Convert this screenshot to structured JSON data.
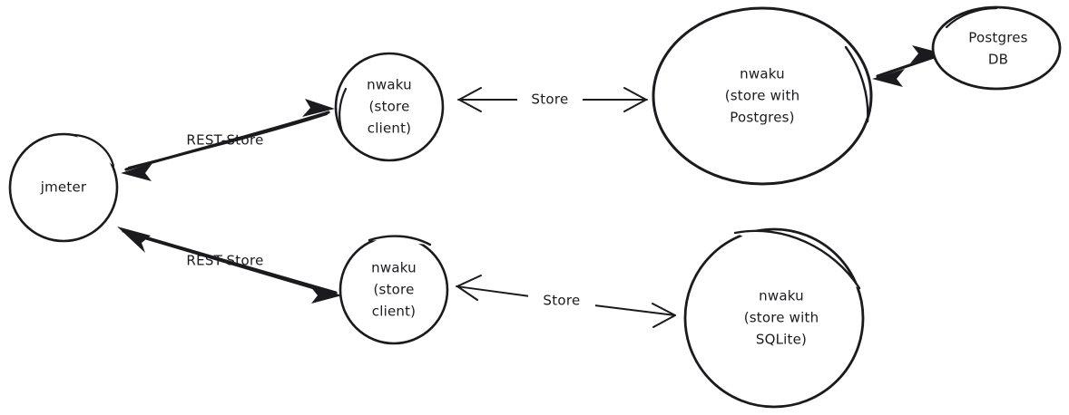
{
  "diagram": {
    "kind": "architecture-diagram",
    "style": "hand-drawn-whiteboard",
    "background_color": "#ffffff",
    "stroke_color": "#1b1b1f",
    "text_color": "#1b1b1f",
    "nodes": [
      {
        "id": "jmeter",
        "shape": "circle",
        "lines": [
          "jmeter"
        ]
      },
      {
        "id": "nwaku-store-client-top",
        "shape": "circle",
        "lines": [
          "nwaku",
          "(store",
          "client)"
        ]
      },
      {
        "id": "nwaku-store-postgres",
        "shape": "ellipse",
        "lines": [
          "nwaku",
          "(store with",
          "Postgres)"
        ]
      },
      {
        "id": "postgres-db",
        "shape": "ellipse",
        "lines": [
          "Postgres",
          "DB"
        ]
      },
      {
        "id": "nwaku-store-client-bottom",
        "shape": "circle",
        "lines": [
          "nwaku",
          "(store",
          "client)"
        ]
      },
      {
        "id": "nwaku-store-sqlite",
        "shape": "circle",
        "lines": [
          "nwaku",
          "(store with",
          "SQLite)"
        ]
      }
    ],
    "edges": [
      {
        "id": "jmeter-to-client-top",
        "label": "REST-Store",
        "from": "jmeter",
        "to": "nwaku-store-client-top",
        "arrow": "double",
        "weight": "thick"
      },
      {
        "id": "client-top-to-postgres",
        "label": "Store",
        "from": "nwaku-store-client-top",
        "to": "nwaku-store-postgres",
        "arrow": "double",
        "weight": "thin"
      },
      {
        "id": "postgres-to-db",
        "label": "",
        "from": "nwaku-store-postgres",
        "to": "postgres-db",
        "arrow": "double",
        "weight": "thick"
      },
      {
        "id": "jmeter-to-client-bottom",
        "label": "REST-Store",
        "from": "jmeter",
        "to": "nwaku-store-client-bottom",
        "arrow": "double",
        "weight": "thick"
      },
      {
        "id": "client-bottom-to-sqlite",
        "label": "Store",
        "from": "nwaku-store-client-bottom",
        "to": "nwaku-store-sqlite",
        "arrow": "double",
        "weight": "thin"
      }
    ]
  }
}
